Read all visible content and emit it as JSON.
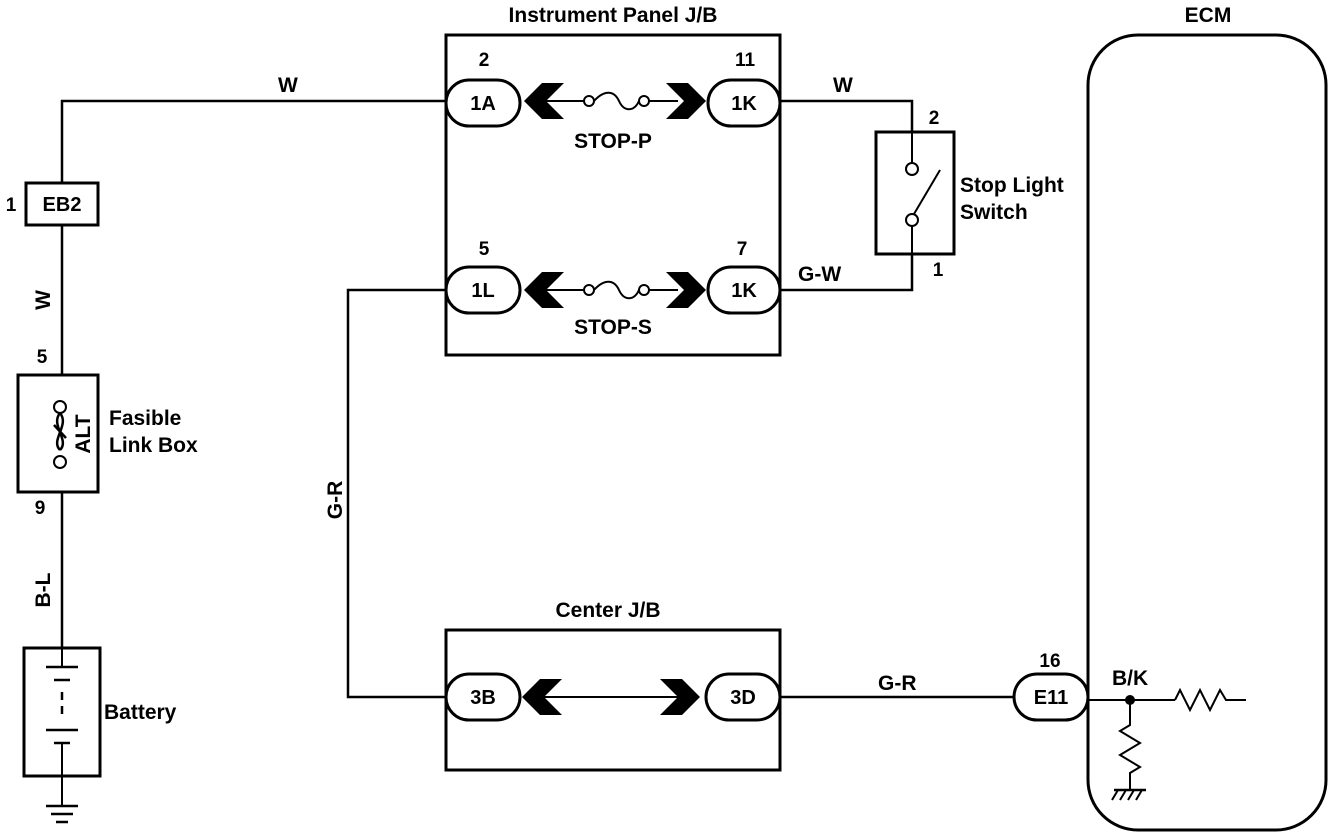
{
  "instrument_panel": {
    "title": "Instrument Panel J/B",
    "stop_p": {
      "label": "STOP-P",
      "left_pin": "2",
      "left_conn": "1A",
      "right_pin": "11",
      "right_conn": "1K"
    },
    "stop_s": {
      "label": "STOP-S",
      "left_pin": "5",
      "left_conn": "1L",
      "right_pin": "7",
      "right_conn": "1K"
    }
  },
  "center_jb": {
    "title": "Center J/B",
    "left_conn": "3B",
    "right_conn": "3D"
  },
  "ecm": {
    "title": "ECM",
    "pin": "16",
    "conn": "E11",
    "wire": "B/K"
  },
  "stop_light_switch": {
    "line1": "Stop Light",
    "line2": "Switch",
    "pin_top": "2",
    "pin_bottom": "1"
  },
  "eb2": {
    "pin": "1",
    "label": "EB2"
  },
  "fusible_link_box": {
    "line1": "Fasible",
    "line2": "Link Box",
    "fuse": "ALT",
    "pin_top": "5",
    "pin_bottom": "9"
  },
  "battery": {
    "label": "Battery"
  },
  "wires": {
    "top_left": "W",
    "eb2_down": "W",
    "stop_p_out": "W",
    "stop_s_out": "G-W",
    "gr_vertical": "G-R",
    "gr_ecm": "G-R",
    "battery": "B-L"
  }
}
